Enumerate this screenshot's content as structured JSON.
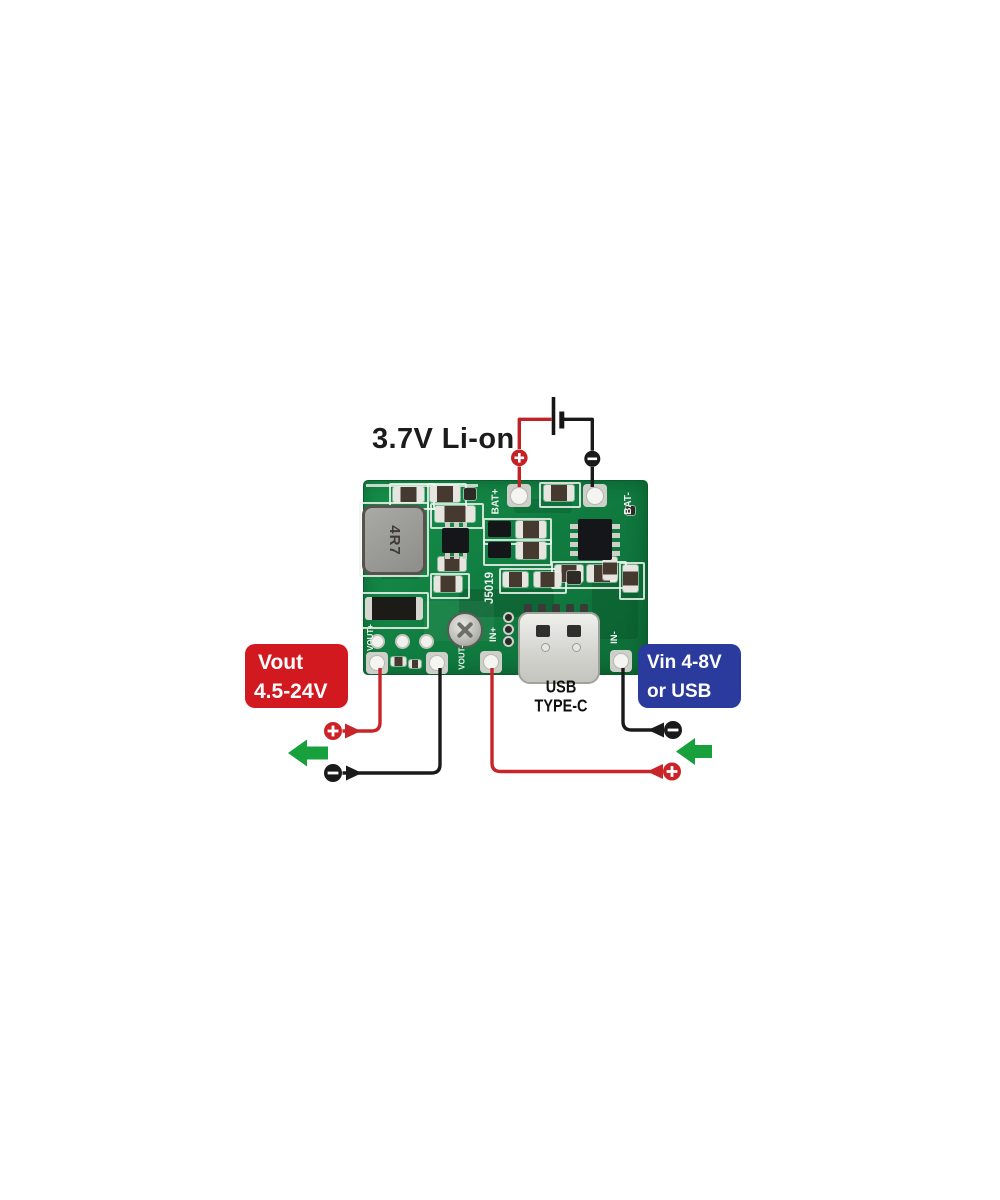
{
  "title": "3.7V Li-on",
  "terminals": {
    "positive": "+",
    "negative": "−"
  },
  "callouts": {
    "vout": {
      "line1": "Vout",
      "line2": "4.5-24V"
    },
    "vin": {
      "line1": "Vin 4-8V",
      "line2": "or USB"
    },
    "usb": {
      "line1": "USB",
      "line2": "TYPE-C"
    }
  },
  "pcb": {
    "inductor_marking": "4R7",
    "silkscreen": {
      "bat_plus": "BAT+",
      "bat_minus": "BAT-",
      "part_number": "J5019",
      "vout_plus": "VOUT+",
      "vout_minus": "VOUT-",
      "in_plus": "IN+",
      "in_minus": "IN-"
    }
  },
  "colors": {
    "background": "#ffffff",
    "pcb_green": "#117e41",
    "label_red": "#d2191f",
    "label_blue": "#2b3a9d",
    "wire_red": "#c8252b",
    "wire_black": "#1a1a1a",
    "arrow_green": "#18a03c",
    "silkscreen_white": "#eef2ee"
  }
}
